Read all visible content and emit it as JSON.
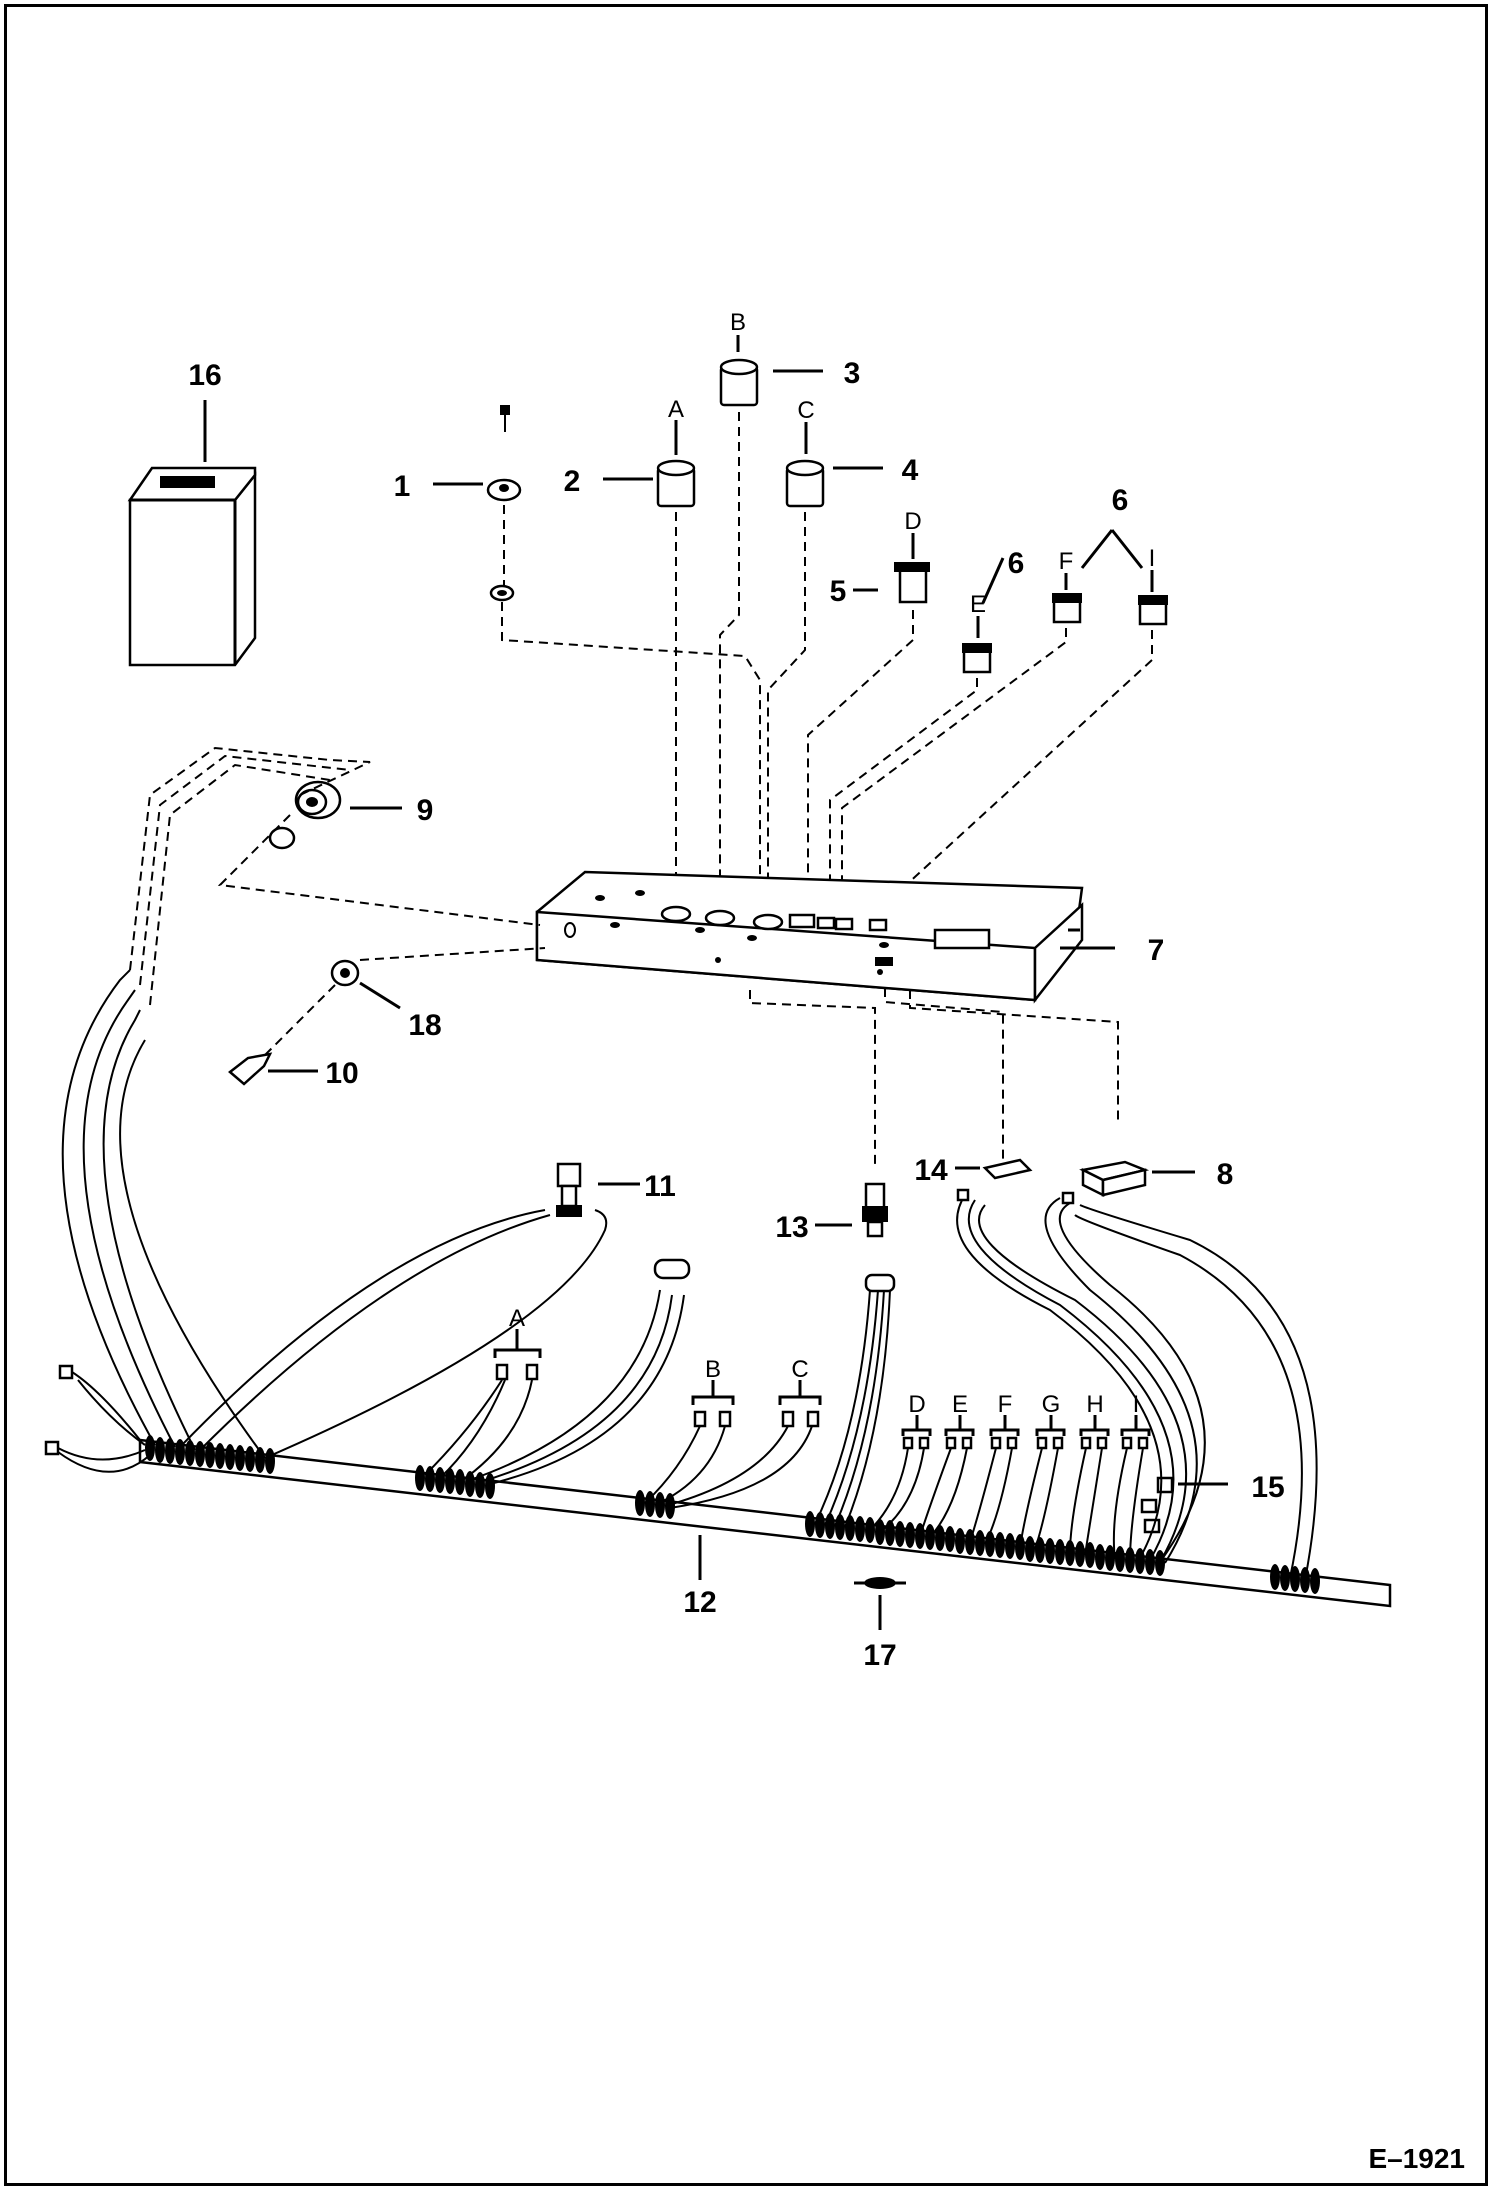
{
  "diagram": {
    "figure_ref": "E–1921",
    "callouts": {
      "c1": "1",
      "c2": "2",
      "c3": "3",
      "c4": "4",
      "c5": "5",
      "c6": "6",
      "c7": "7",
      "c8": "8",
      "c9": "9",
      "c10": "10",
      "c11": "11",
      "c12": "12",
      "c13": "13",
      "c14": "14",
      "c15": "15",
      "c16": "16",
      "c17": "17",
      "c18": "18"
    },
    "letters": {
      "A": "A",
      "B": "B",
      "C": "C",
      "D": "D",
      "E": "E",
      "F": "F",
      "G": "G",
      "H": "H",
      "I": "I"
    }
  }
}
